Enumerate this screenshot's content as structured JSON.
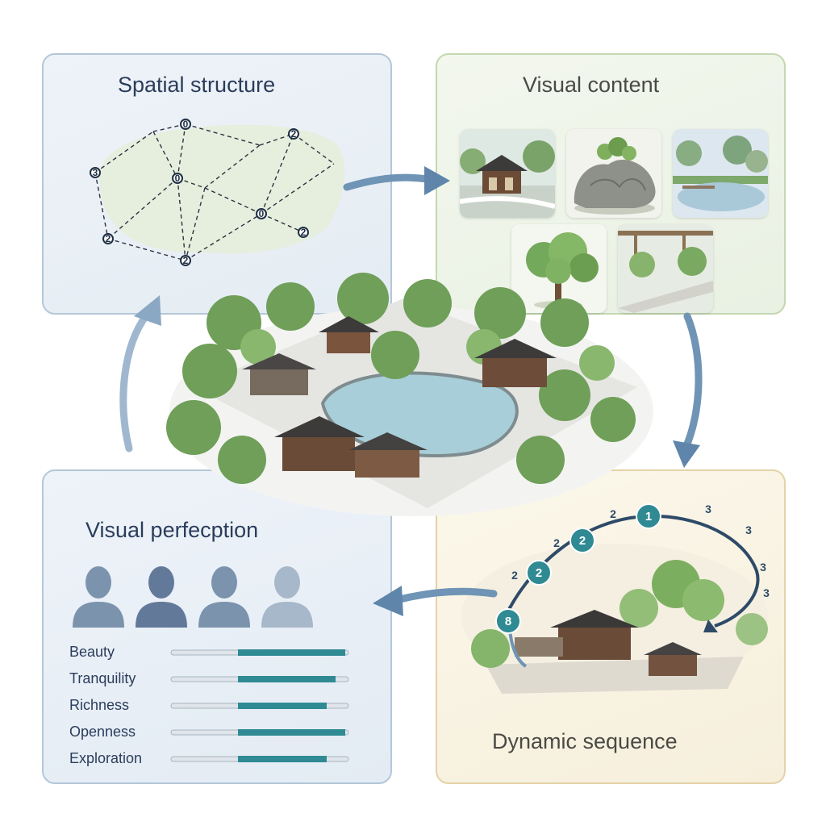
{
  "panels": {
    "spatial": {
      "title": "Spatial structure"
    },
    "visual": {
      "title": "Visual content"
    },
    "perception": {
      "title": "Visual perfecption"
    },
    "dynamic": {
      "title": "Dynamic sequence"
    }
  },
  "network_node_labels": [
    "3",
    "0",
    "0",
    "2",
    "0",
    "2",
    "2",
    "2"
  ],
  "perception_metrics": [
    {
      "label": "Beauty",
      "level": 0.62
    },
    {
      "label": "Tranquility",
      "level": 0.55
    },
    {
      "label": "Richness",
      "level": 0.5
    },
    {
      "label": "Openness",
      "level": 0.63
    },
    {
      "label": "Exploration",
      "level": 0.5
    }
  ],
  "sequence_markers": [
    "1",
    "2",
    "2",
    "8"
  ],
  "sequence_loose_labels": [
    "2",
    "3",
    "3",
    "2",
    "2",
    "3",
    "3"
  ],
  "colors": {
    "accent_teal": "#2f8a93",
    "arrow_blue": "#6f94b5",
    "node_dark": "#1f2f44",
    "person": "#7b93ad"
  }
}
